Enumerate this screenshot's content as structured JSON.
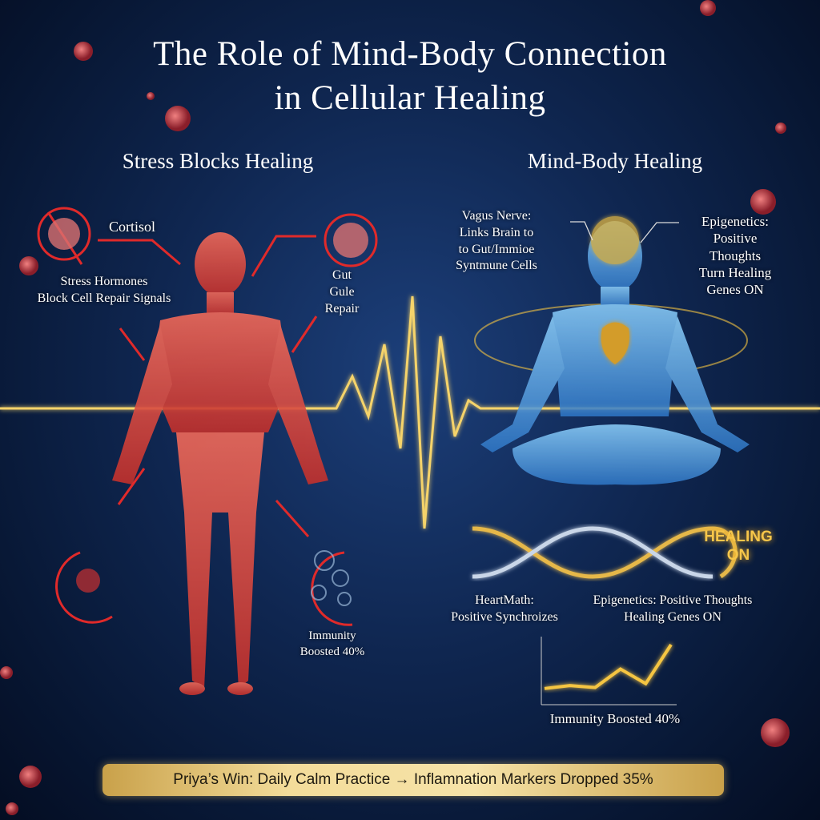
{
  "title": {
    "line1": "The Role of Mind-Body Connection",
    "line2": "in Cellular Healing"
  },
  "left": {
    "heading": "Stress Blocks Healing",
    "cortisol": "Cortisol",
    "stress_line1": "Stress Hormones",
    "stress_line2": "Block Cell Repair Signals",
    "gut_line1": "Gut",
    "gut_line2": "Gule",
    "gut_line3": "Repair",
    "immunity_line1": "Immunity",
    "immunity_line2": "Boosted 40%"
  },
  "right": {
    "heading": "Mind-Body Healing",
    "vagus": [
      "Vagus Nerve:",
      "Links Brain to",
      "to Gut/Immioe",
      "Syntmune Cells"
    ],
    "epigenetics_top": [
      "Epigenetics:",
      "Positive",
      "Thoughts",
      "Turn Healing",
      "Genes ON"
    ],
    "healing_on": [
      "HEALING",
      "ON"
    ],
    "heartmath": [
      "HeartMath:",
      "Positive Synchroizes"
    ],
    "epigenetics_bottom": [
      "Epigenetics: Positive Thoughts",
      "Healing Genes ON"
    ],
    "chart_label": "Immunity Boosted 40%"
  },
  "chart_data": {
    "type": "line",
    "values": [
      1,
      1.3,
      1.1,
      3,
      1.5,
      5.5
    ],
    "title": "",
    "xlabel": "",
    "ylabel": ""
  },
  "banner": "Priya’s Win: Daily Calm Practice → Inflamnation Markers Dropped 35%",
  "colors": {
    "accent_red": "#e02a2a",
    "gold": "#f5c542",
    "glow_blue": "#5ab4ff"
  }
}
